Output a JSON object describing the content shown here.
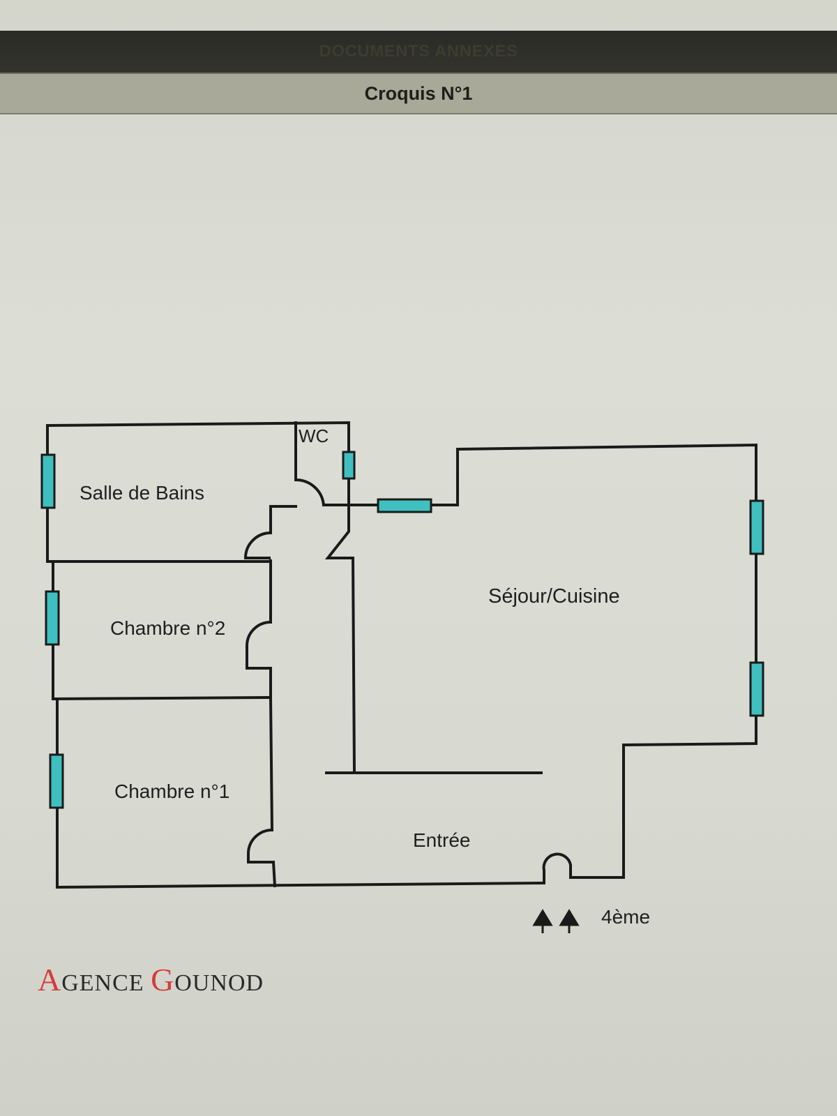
{
  "header": {
    "title": "DOCUMENTS ANNEXES",
    "subtitle": "Croquis N°1"
  },
  "rooms": {
    "salle_de_bains": "Salle de Bains",
    "wc": "WC",
    "chambre_2": "Chambre n°2",
    "chambre_1": "Chambre n°1",
    "sejour_cuisine": "Séjour/Cuisine",
    "entree": "Entrée"
  },
  "floor_label": "4ème",
  "logo": {
    "text": "AGENCE GOUNOD",
    "accent_color": "#d93a3a"
  },
  "colors": {
    "window_fill": "#3fbfbf",
    "wall": "#1a1a1a",
    "header_bar": "#2a2a26",
    "subheader_bar": "#a9a99a"
  }
}
